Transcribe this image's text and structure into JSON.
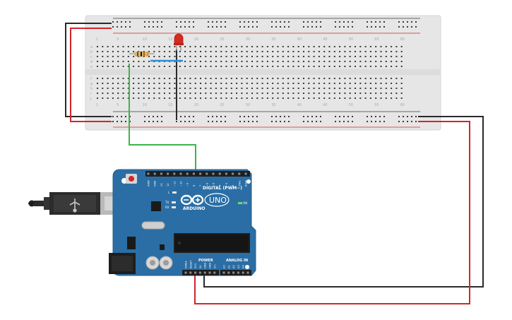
{
  "breadboard": {
    "column_labels": [
      "1",
      "5",
      "10",
      "15",
      "20",
      "25",
      "30",
      "35",
      "40",
      "45",
      "50",
      "55",
      "60"
    ],
    "row_labels_top": [
      "a",
      "b",
      "c",
      "d",
      "e"
    ],
    "row_labels_bottom": [
      "f",
      "g",
      "h",
      "i",
      "j"
    ]
  },
  "arduino": {
    "logo": "ARDUINO",
    "model": "UNO",
    "digital_header": "DIGITAL (PWM~)",
    "power_header": "POWER",
    "analog_header": "ANALOG IN",
    "on_label": "ON",
    "l_label": "L",
    "tx_label": "TX",
    "rx_label": "RX",
    "digital_pins": [
      "AREF",
      "GND",
      "13",
      "12",
      "~11",
      "~10",
      "~9",
      "8",
      "7",
      "~6",
      "~5",
      "4",
      "~3",
      "2",
      "TX▸1",
      "RX◂0"
    ],
    "power_pins": [
      "IOREF",
      "RESET",
      "3V3",
      "5V",
      "GND",
      "GND",
      "Vin"
    ],
    "analog_pins": [
      "A0",
      "A1",
      "A2",
      "A3",
      "A4",
      "A5"
    ]
  },
  "colors": {
    "board": "#2b6ea5",
    "breadboard": "#e6e6e6",
    "wire_black": "#2a2a2a",
    "wire_red": "#d0262c",
    "wire_green": "#3cb54a",
    "wire_blue": "#2f8fd6",
    "led": "#d42b20"
  }
}
